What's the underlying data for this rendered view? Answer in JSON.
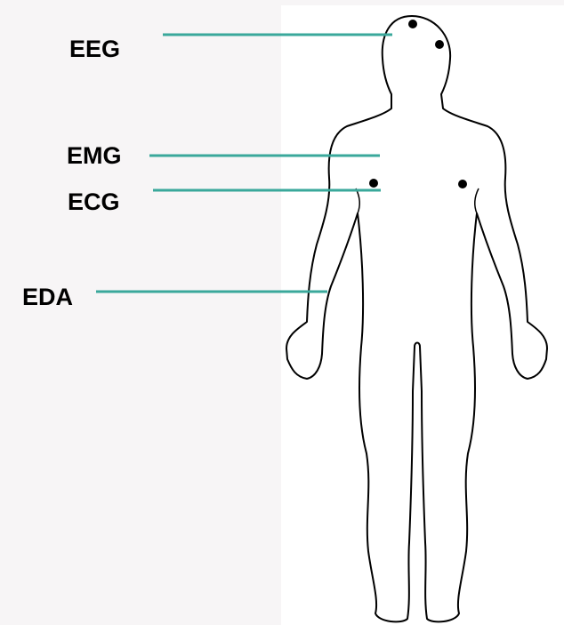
{
  "labels": {
    "eeg": "EEG",
    "emg": "EMG",
    "ecg": "ECG",
    "eda": "EDA"
  },
  "colors": {
    "leader_line": "#3aa89b",
    "electrode": "#000000",
    "outline": "#000000"
  }
}
